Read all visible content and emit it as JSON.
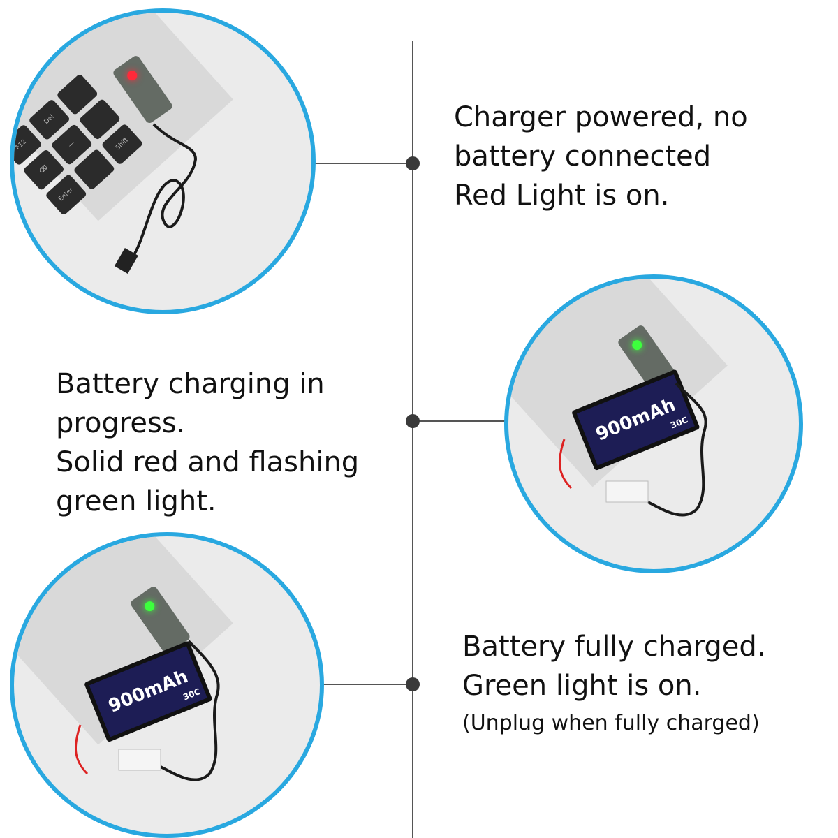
{
  "timeline": {
    "line_color": "#555555",
    "dot_color": "#3a3a3a",
    "circle_border_color": "#29a8e0"
  },
  "steps": [
    {
      "id": "step-1",
      "caption_lines": [
        "Charger powered, no",
        "battery connected",
        "Red Light is on."
      ],
      "led_color": "#ff2a3a",
      "image_desc": "USB charger plugged into laptop, red LED lit, no battery connected"
    },
    {
      "id": "step-2",
      "caption_lines": [
        "Battery charging in",
        "progress.",
        "Solid red and flashing",
        "green light."
      ],
      "led_color": "#3dff3d",
      "battery_label": "900mAh",
      "battery_rating": "30C",
      "image_desc": "USB charger with green LED connected to 900mAh battery"
    },
    {
      "id": "step-3",
      "caption_lines": [
        "Battery fully charged.",
        "Green light is on."
      ],
      "note": "(Unplug when fully charged)",
      "led_color": "#3dff3d",
      "battery_label": "900mAh",
      "battery_rating": "30C",
      "image_desc": "USB charger with green LED connected to 900mAh battery"
    }
  ],
  "keys": [
    "F12",
    "Del",
    "",
    "⌫",
    "—",
    "",
    "Enter",
    "",
    "Shift"
  ]
}
